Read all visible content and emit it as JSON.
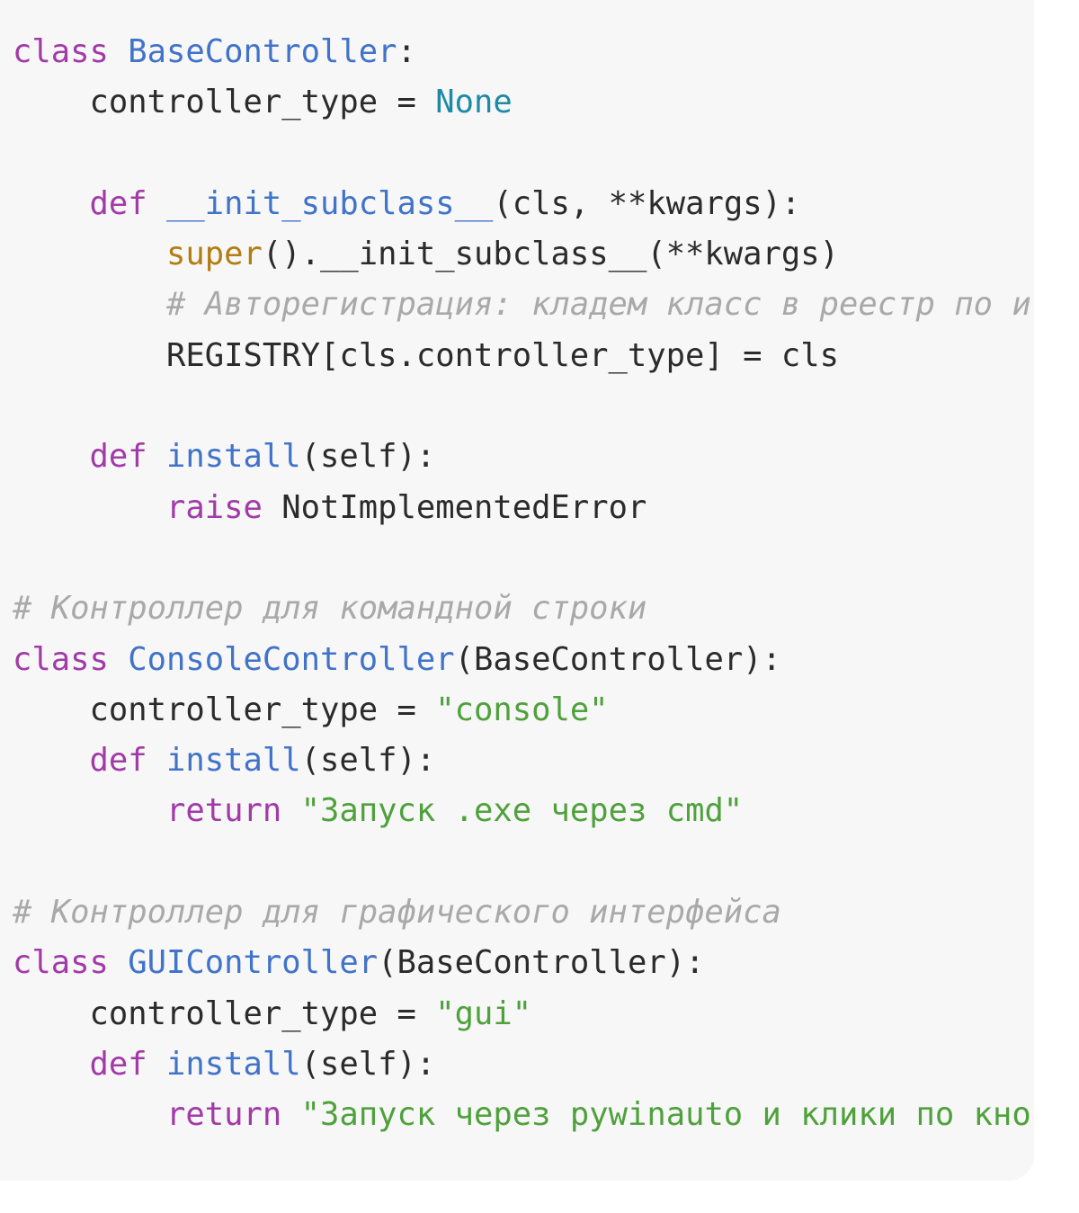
{
  "code": {
    "lines": [
      [
        {
          "t": "class",
          "c": "kw"
        },
        {
          "t": " ",
          "c": "plain"
        },
        {
          "t": "BaseController",
          "c": "fn"
        },
        {
          "t": ":",
          "c": "plain"
        }
      ],
      [
        {
          "t": "    controller_type = ",
          "c": "plain"
        },
        {
          "t": "None",
          "c": "const"
        }
      ],
      [],
      [
        {
          "t": "    ",
          "c": "plain"
        },
        {
          "t": "def",
          "c": "kw"
        },
        {
          "t": " ",
          "c": "plain"
        },
        {
          "t": "__init_subclass__",
          "c": "fn"
        },
        {
          "t": "(cls, **kwargs):",
          "c": "plain"
        }
      ],
      [
        {
          "t": "        ",
          "c": "plain"
        },
        {
          "t": "super",
          "c": "builtin"
        },
        {
          "t": "().__init_subclass__(**kwargs)",
          "c": "plain"
        }
      ],
      [
        {
          "t": "        ",
          "c": "plain"
        },
        {
          "t": "# Авторегистрация: кладем класс в реестр по и",
          "c": "cmt"
        }
      ],
      [
        {
          "t": "        REGISTRY[cls.controller_type] = cls",
          "c": "plain"
        }
      ],
      [],
      [
        {
          "t": "    ",
          "c": "plain"
        },
        {
          "t": "def",
          "c": "kw"
        },
        {
          "t": " ",
          "c": "plain"
        },
        {
          "t": "install",
          "c": "fn"
        },
        {
          "t": "(self):",
          "c": "plain"
        }
      ],
      [
        {
          "t": "        ",
          "c": "plain"
        },
        {
          "t": "raise",
          "c": "kw"
        },
        {
          "t": " NotImplementedError",
          "c": "plain"
        }
      ],
      [],
      [
        {
          "t": "# Контроллер для командной строки",
          "c": "cmt"
        }
      ],
      [
        {
          "t": "class",
          "c": "kw"
        },
        {
          "t": " ",
          "c": "plain"
        },
        {
          "t": "ConsoleController",
          "c": "fn"
        },
        {
          "t": "(BaseController):",
          "c": "plain"
        }
      ],
      [
        {
          "t": "    controller_type = ",
          "c": "plain"
        },
        {
          "t": "\"console\"",
          "c": "str"
        }
      ],
      [
        {
          "t": "    ",
          "c": "plain"
        },
        {
          "t": "def",
          "c": "kw"
        },
        {
          "t": " ",
          "c": "plain"
        },
        {
          "t": "install",
          "c": "fn"
        },
        {
          "t": "(self):",
          "c": "plain"
        }
      ],
      [
        {
          "t": "        ",
          "c": "plain"
        },
        {
          "t": "return",
          "c": "kw"
        },
        {
          "t": " ",
          "c": "plain"
        },
        {
          "t": "\"Запуск .exe через cmd\"",
          "c": "str"
        }
      ],
      [],
      [
        {
          "t": "# Контроллер для графического интерфейса",
          "c": "cmt"
        }
      ],
      [
        {
          "t": "class",
          "c": "kw"
        },
        {
          "t": " ",
          "c": "plain"
        },
        {
          "t": "GUIController",
          "c": "fn"
        },
        {
          "t": "(BaseController):",
          "c": "plain"
        }
      ],
      [
        {
          "t": "    controller_type = ",
          "c": "plain"
        },
        {
          "t": "\"gui\"",
          "c": "str"
        }
      ],
      [
        {
          "t": "    ",
          "c": "plain"
        },
        {
          "t": "def",
          "c": "kw"
        },
        {
          "t": " ",
          "c": "plain"
        },
        {
          "t": "install",
          "c": "fn"
        },
        {
          "t": "(self):",
          "c": "plain"
        }
      ],
      [
        {
          "t": "        ",
          "c": "plain"
        },
        {
          "t": "return",
          "c": "kw"
        },
        {
          "t": " ",
          "c": "plain"
        },
        {
          "t": "\"Запуск через pywinauto и клики по кно",
          "c": "str"
        }
      ]
    ]
  },
  "colors": {
    "keyword": "#a23aa8",
    "function": "#4173c9",
    "constant": "#1f8aa6",
    "builtin": "#b27d12",
    "string": "#4fa13c",
    "comment": "#a9a9a9",
    "text": "#2b2b2b",
    "background": "#f7f7f7"
  }
}
